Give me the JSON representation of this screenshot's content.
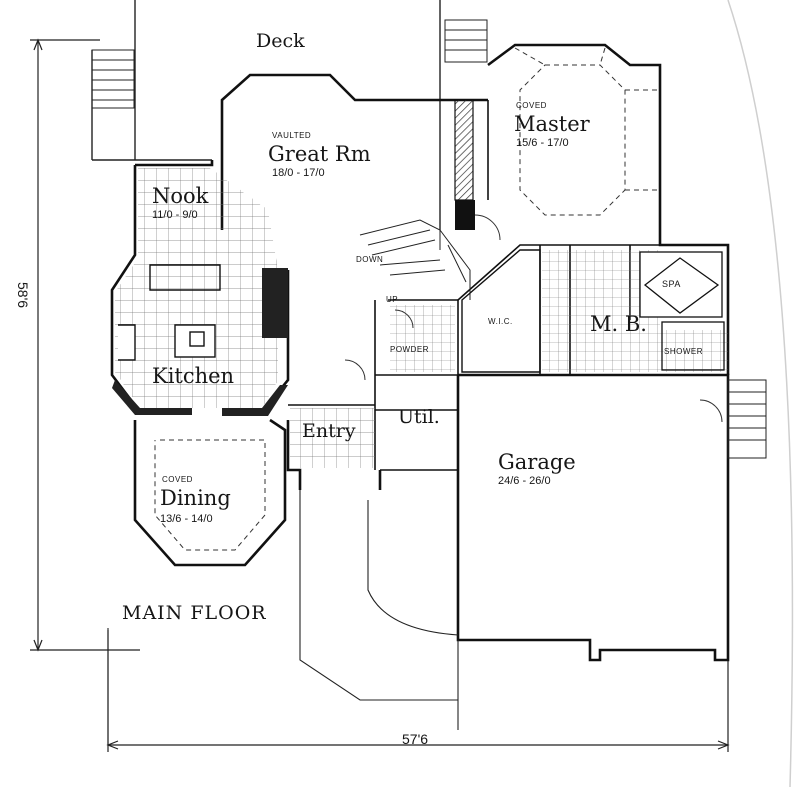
{
  "plan": {
    "caption": "MAIN FLOOR",
    "overall_width": "57'6",
    "overall_depth": "58'6",
    "rooms": {
      "deck": {
        "name": "Deck"
      },
      "great_room": {
        "note": "VAULTED",
        "name": "Great Rm",
        "size": "18/0 - 17/0"
      },
      "nook": {
        "name": "Nook",
        "size": "11/0 - 9/0"
      },
      "kitchen": {
        "name": "Kitchen"
      },
      "dining": {
        "note": "COVED",
        "name": "Dining",
        "size": "13/6 - 14/0"
      },
      "master": {
        "note": "COVED",
        "name": "Master",
        "size": "15/6 - 17/0"
      },
      "master_bath": {
        "name": "M. B."
      },
      "spa": {
        "name": "SPA"
      },
      "shower": {
        "name": "SHOWER"
      },
      "walk_in_closet": {
        "name": "W.I.C."
      },
      "powder": {
        "name": "POWDER"
      },
      "utility": {
        "name": "Util."
      },
      "entry": {
        "name": "Entry"
      },
      "garage": {
        "name": "Garage",
        "size": "24/6 - 26/0"
      }
    },
    "stairs": {
      "down": "DOWN",
      "up": "UP"
    }
  }
}
